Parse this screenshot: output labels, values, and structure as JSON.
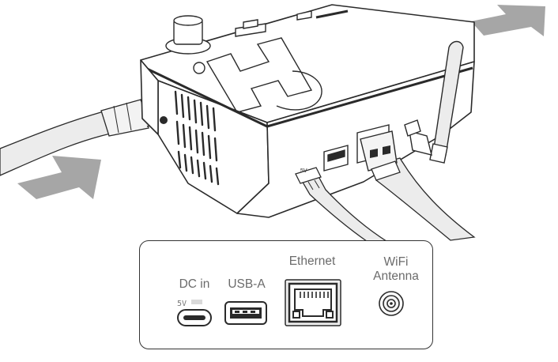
{
  "ports": {
    "dc_in": {
      "label": "DC in",
      "badge": "5V"
    },
    "usb_a": {
      "label": "USB-A"
    },
    "ethernet": {
      "label": "Ethernet"
    },
    "wifi": {
      "label_line1": "WiFi",
      "label_line2": "Antenna"
    }
  },
  "colors": {
    "arrow": "#a6a6a6",
    "outline": "#2a2a2a",
    "label_text": "#6b6b6b",
    "cable": "#e9e9e9"
  },
  "icons": [
    "usb-c-port-icon",
    "usb-a-port-icon",
    "ethernet-port-icon",
    "sma-antenna-connector-icon"
  ]
}
